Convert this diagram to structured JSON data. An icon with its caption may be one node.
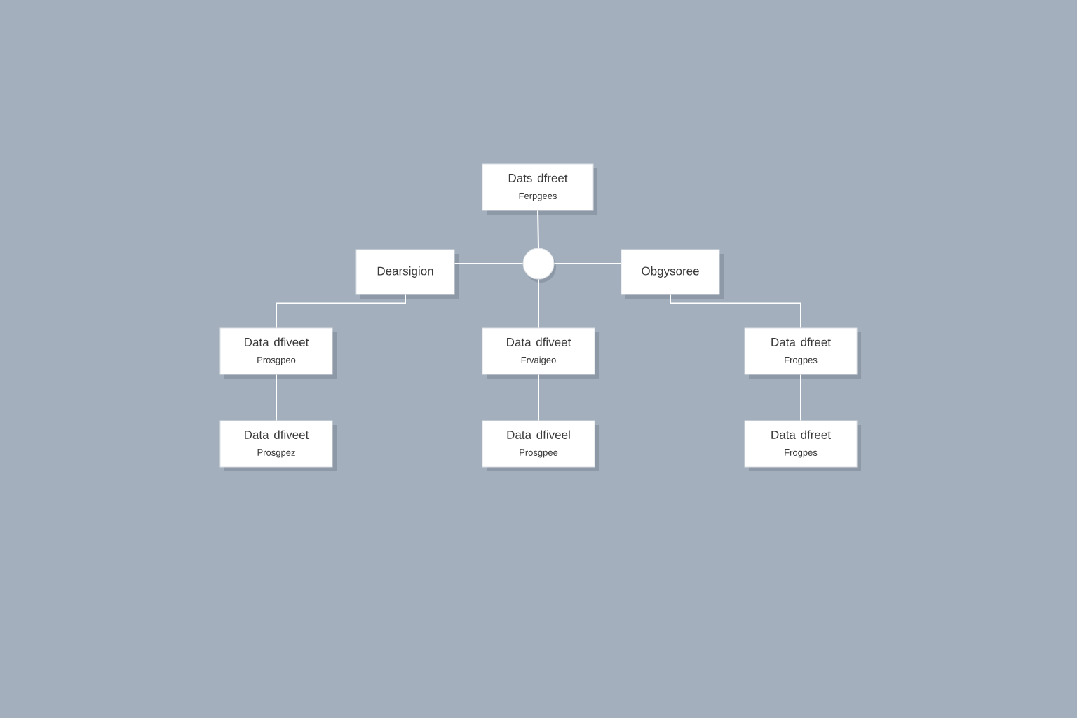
{
  "diagram": {
    "nodes": [
      {
        "text": [
          "Dats dfreet",
          "Ferpgees"
        ]
      },
      {
        "text": [
          "Dearsigion"
        ]
      },
      {
        "text": [],
        "shape": "circle"
      },
      {
        "text": [
          "Obgysoree"
        ]
      },
      {
        "text": [
          "Data dfiveet",
          "Prosgpeo"
        ]
      },
      {
        "text": [
          "Data dfiveet",
          "Frvaigeo"
        ]
      },
      {
        "text": [
          "Data dfreet",
          "Frogpes"
        ]
      },
      {
        "text": [
          "Data dfiveet",
          "Prosgpez"
        ]
      },
      {
        "text": [
          "Data dfiveel",
          "Prosgpee"
        ]
      },
      {
        "text": [
          "Data dfreet",
          "Frogpes"
        ]
      }
    ],
    "edges": [
      {
        "from": 0,
        "to": 2,
        "arrow": "none"
      },
      {
        "from": 2,
        "to": 1,
        "arrow": "none"
      },
      {
        "from": 2,
        "to": 3,
        "arrow": "none"
      },
      {
        "from": 2,
        "to": 5,
        "arrow": "none"
      },
      {
        "from": 1,
        "to": 4,
        "arrow": "none"
      },
      {
        "from": 3,
        "to": 6,
        "arrow": "none"
      },
      {
        "from": 4,
        "to": 7,
        "arrow": "none"
      },
      {
        "from": 5,
        "to": 8,
        "arrow": "none"
      },
      {
        "from": 6,
        "to": 9,
        "arrow": "none"
      }
    ]
  }
}
